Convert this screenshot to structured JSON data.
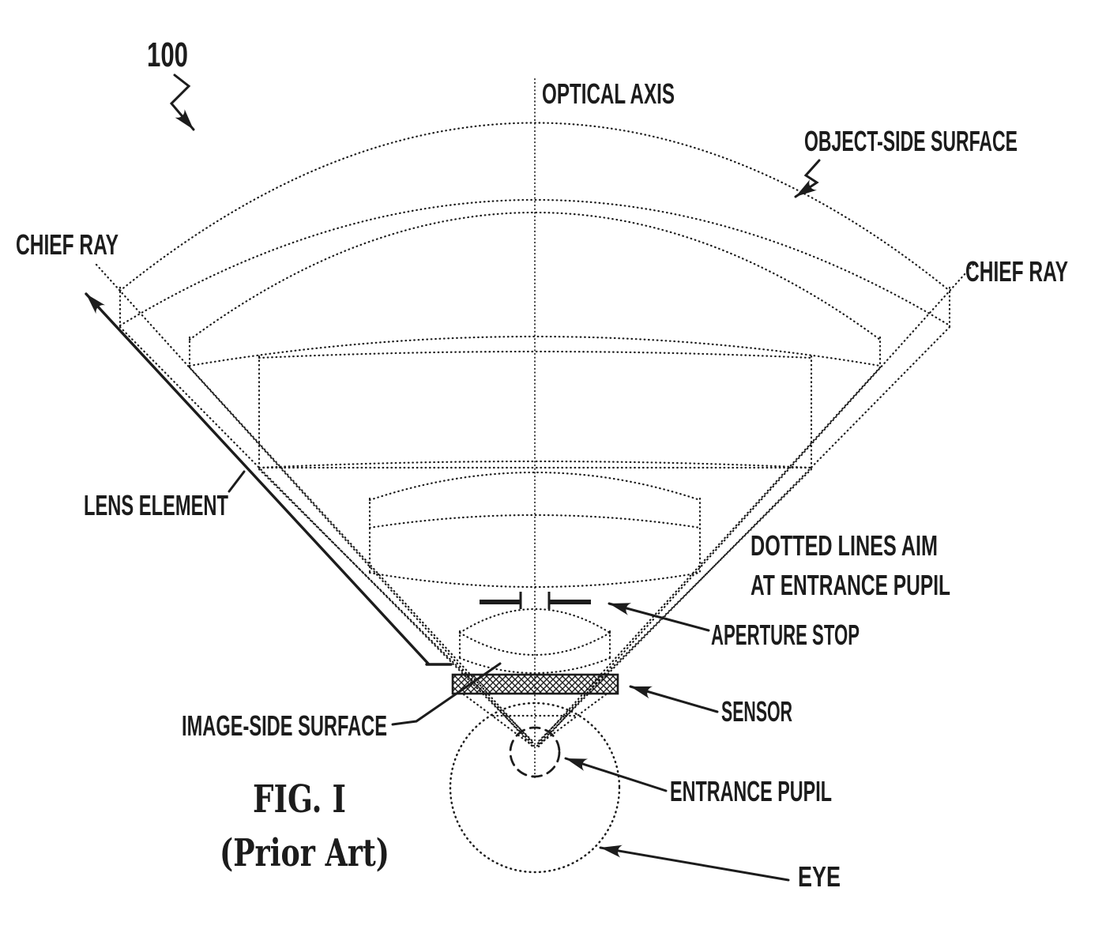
{
  "figure": {
    "reference_number": "100",
    "caption": {
      "line1": "FIG. I",
      "line2": "(Prior Art)"
    },
    "labels": {
      "optical_axis": "OPTICAL AXIS",
      "object_side_surface": "OBJECT-SIDE SURFACE",
      "chief_ray_left": "CHIEF RAY",
      "chief_ray_right": "CHIEF RAY",
      "lens_element": "LENS ELEMENT",
      "note_line1": "DOTTED LINES AIM",
      "note_line2": "AT ENTRANCE PUPIL",
      "aperture_stop": "APERTURE STOP",
      "sensor": "SENSOR",
      "image_side_surface": "IMAGE-SIDE SURFACE",
      "entrance_pupil": "ENTRANCE PUPIL",
      "eye": "EYE"
    },
    "colors": {
      "ink": "#1c1c1c",
      "background": "#ffffff"
    }
  }
}
